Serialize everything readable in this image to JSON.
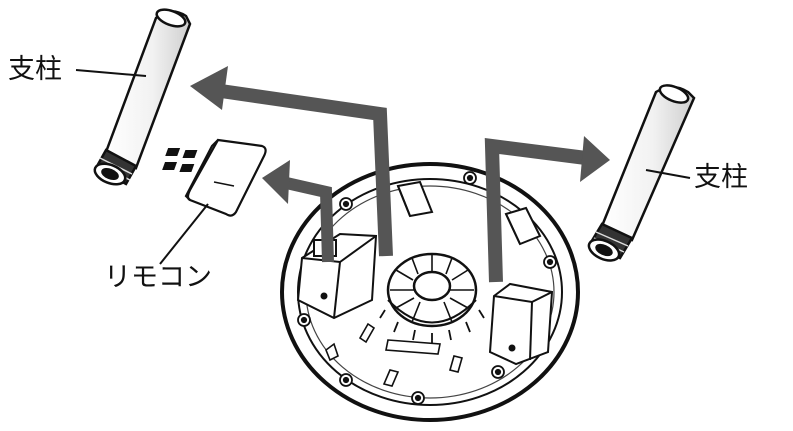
{
  "labels": {
    "pillar_left": "支柱",
    "pillar_right": "支柱",
    "remote": "リモコン"
  },
  "colors": {
    "ink": "#111111",
    "arrow": "#555555",
    "background": "#ffffff"
  }
}
